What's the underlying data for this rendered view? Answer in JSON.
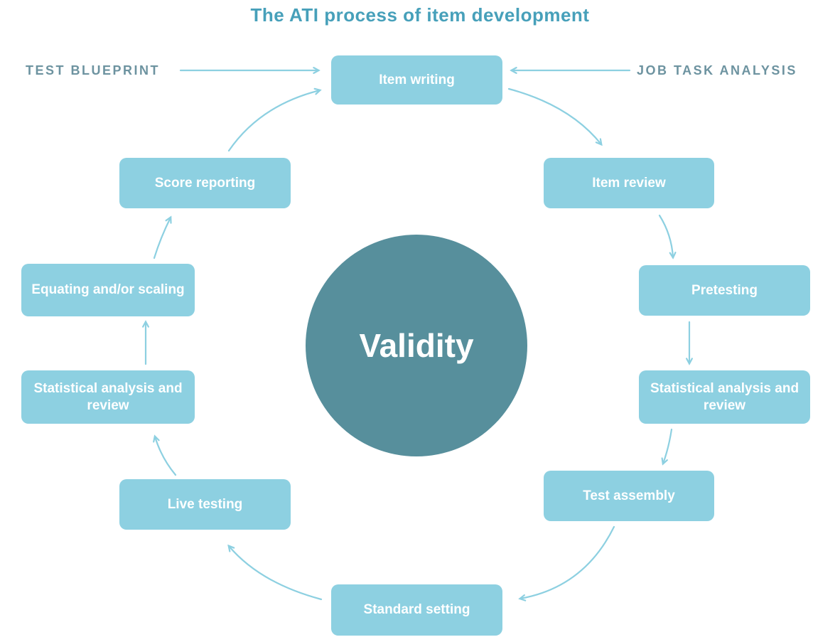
{
  "title": "The ATI process of item development",
  "inputs": {
    "test_blueprint": "TEST BLUEPRINT",
    "job_task_analysis": "JOB TASK ANALYSIS"
  },
  "center": {
    "label": "Validity"
  },
  "steps": [
    {
      "id": "item-writing",
      "label": "Item writing"
    },
    {
      "id": "item-review",
      "label": "Item review"
    },
    {
      "id": "pretesting",
      "label": "Pretesting"
    },
    {
      "id": "statistical-analysis-and-review-right",
      "label": "Statistical analysis and review"
    },
    {
      "id": "test-assembly",
      "label": "Test assembly"
    },
    {
      "id": "standard-setting",
      "label": "Standard setting"
    },
    {
      "id": "live-testing",
      "label": "Live testing"
    },
    {
      "id": "statistical-analysis-and-review-left",
      "label": "Statistical analysis and review"
    },
    {
      "id": "equating-and-or-scaling",
      "label": "Equating and/or scaling"
    },
    {
      "id": "score-reporting",
      "label": "Score reporting"
    }
  ],
  "colors": {
    "box_background": "#8dd0e1",
    "box_text": "#ffffff",
    "center_circle": "#578f9c",
    "title_text": "#47a0ba",
    "side_label_text": "#6d93a0",
    "arrow": "#8dd0e1"
  }
}
